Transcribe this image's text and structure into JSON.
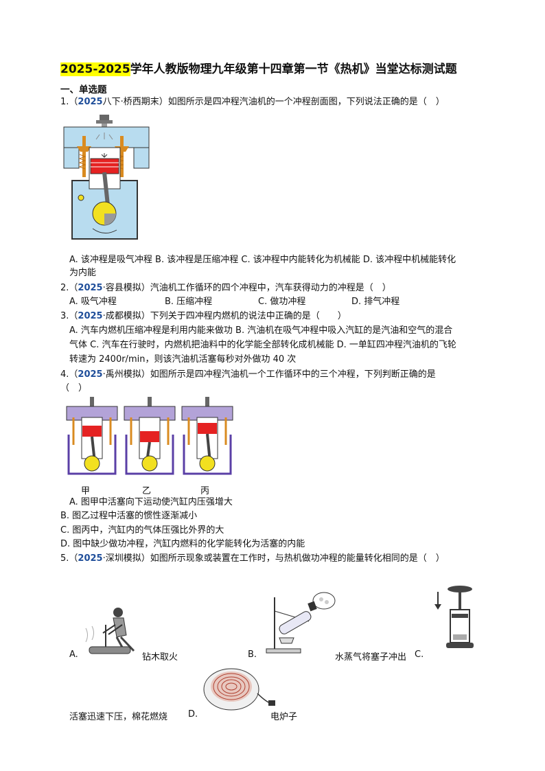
{
  "doc": {
    "title_year": "2025-2025",
    "title_rest": "学年人教版物理九年级第十四章第一节《热机》当堂达标测试题",
    "section": "一、单选题"
  },
  "q1": {
    "num": "1.（",
    "year": "2025",
    "stem": "八下·桥西期末）如图所示是四冲程汽油机的一个冲程剖面图，下列说法正确的是（　）",
    "opts_line1": "A. 该冲程是吸气冲程 B. 该冲程是压缩冲程 C. 该冲程中内能转化为机械能 D. 该冲程中机械能转化",
    "opts_line2": "为内能"
  },
  "q2": {
    "num": "2.（",
    "year": "2025",
    "stem": "·容县模拟）汽油机工作循环的四个冲程中，汽车获得动力的冲程是（　）",
    "a": "A. 吸气冲程",
    "b": "B. 压缩冲程",
    "c": "C. 做功冲程",
    "d": "D. 排气冲程"
  },
  "q3": {
    "num": "3.（",
    "year": "2025",
    "stem": "·成都模拟）下列关于四冲程内燃机的说法中正确的是（　　）",
    "l1": "A. 汽车内燃机压缩冲程是利用内能来做功 B. 汽油机在吸气冲程中吸入汽缸的是汽油和空气的混合",
    "l2": "气体 C. 汽车在行驶时，内燃机把油料中的化学能全部转化成机械能 D. 一单缸四冲程汽油机的飞轮",
    "l3": "转速为 2400r/min，则该汽油机活塞每秒对外做功 40 次"
  },
  "q4": {
    "num": "4.（",
    "year": "2025",
    "stem": "·禹州模拟）如图所示是四冲程汽油机一个工作循环中的三个冲程，下列判断正确的是",
    "stem2": "（　）",
    "label_jia": "甲",
    "label_yi": "乙",
    "label_bing": "丙",
    "a": "A. 图甲中活塞向下运动使汽缸内压强增大",
    "b": "B. 图乙过程中活塞的惯性逐渐减小",
    "c": "C. 图丙中，汽缸内的气体压强比外界的大",
    "d": "D. 图中缺少做功冲程，汽缸内燃料的化学能转化为活塞的内能"
  },
  "q5": {
    "num": "5.（",
    "year": "2025",
    "stem": "·深圳模拟）如图所示现象或装置在工作时，与热机做功冲程的能量转化相同的是（　）",
    "a_letter": "A.",
    "a_text": "钻木取火",
    "b_letter": "B.",
    "b_text": "水蒸气将塞子冲出",
    "c_letter": "C.",
    "c_text": "活塞迅速下压，棉花燃烧",
    "d_letter": "D.",
    "d_text": "电炉子"
  }
}
